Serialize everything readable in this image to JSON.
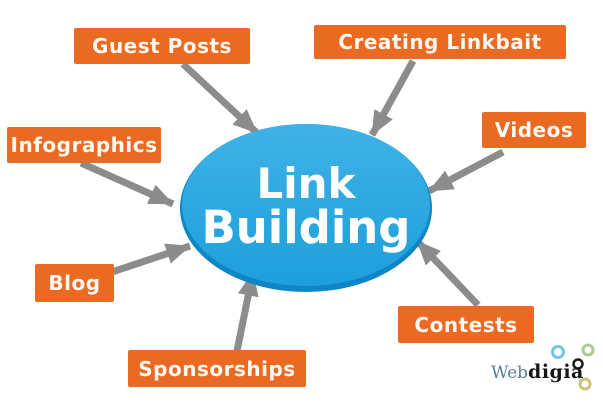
{
  "diagram": {
    "center": {
      "line1": "Link",
      "line2": "Building"
    },
    "nodes": [
      {
        "label": "Guest Posts"
      },
      {
        "label": "Creating Linkbait"
      },
      {
        "label": "Infographics"
      },
      {
        "label": "Videos"
      },
      {
        "label": "Blog"
      },
      {
        "label": "Contests"
      },
      {
        "label": "Sponsorships"
      }
    ],
    "colors": {
      "node_background": "#EB6A23",
      "node_text": "#FDF8F2",
      "center_top": "#3FB2E6",
      "center_bottom": "#1D9FDB",
      "center_rim": "#0E85C4",
      "center_text": "#FFFFFF",
      "arrow": "#8C8C8C",
      "background": "#FFFFFF"
    }
  },
  "logo": {
    "part1": "Web",
    "part2": "digia",
    "colors": {
      "part1_text": "#56809C",
      "part2_text": "#161616",
      "circle_blue": "#74C6E3",
      "circle_green": "#A6CC8F",
      "circle_black": "#1A1A1A",
      "circle_olive": "#CEC07B"
    }
  }
}
